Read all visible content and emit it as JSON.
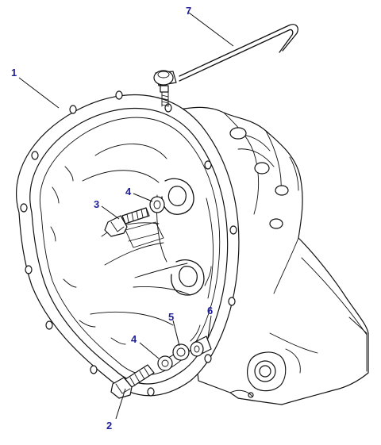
{
  "callouts": [
    {
      "id": "1",
      "label": "1"
    },
    {
      "id": "2",
      "label": "2"
    },
    {
      "id": "3",
      "label": "3"
    },
    {
      "id": "4a",
      "label": "4"
    },
    {
      "id": "4b",
      "label": "4"
    },
    {
      "id": "5",
      "label": "5"
    },
    {
      "id": "6",
      "label": "6"
    },
    {
      "id": "7",
      "label": "7"
    }
  ],
  "colors": {
    "callout_text": "#1f1f9a",
    "line": "#111111",
    "background": "#ffffff"
  }
}
